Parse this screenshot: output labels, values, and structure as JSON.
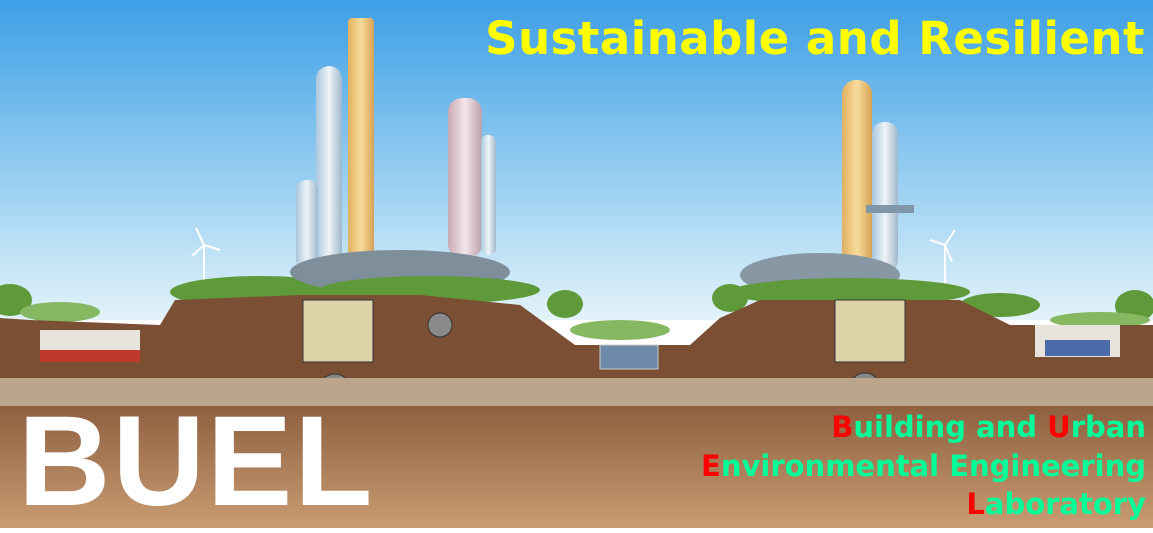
{
  "banner": {
    "headline": "Sustainable and Resilient",
    "logo": "BUEL",
    "lab_name": {
      "line1": {
        "a": "B",
        "b": "uilding and ",
        "c": "U",
        "d": "rban"
      },
      "line2": {
        "a": "E",
        "b": "nvironmental Engineering"
      },
      "line3": {
        "a": "L",
        "b": "aboratory"
      }
    }
  },
  "colors": {
    "headline": "#ffff00",
    "initials": "#ff0000",
    "lab_text": "#00ff99",
    "logo": "#ffffff"
  }
}
